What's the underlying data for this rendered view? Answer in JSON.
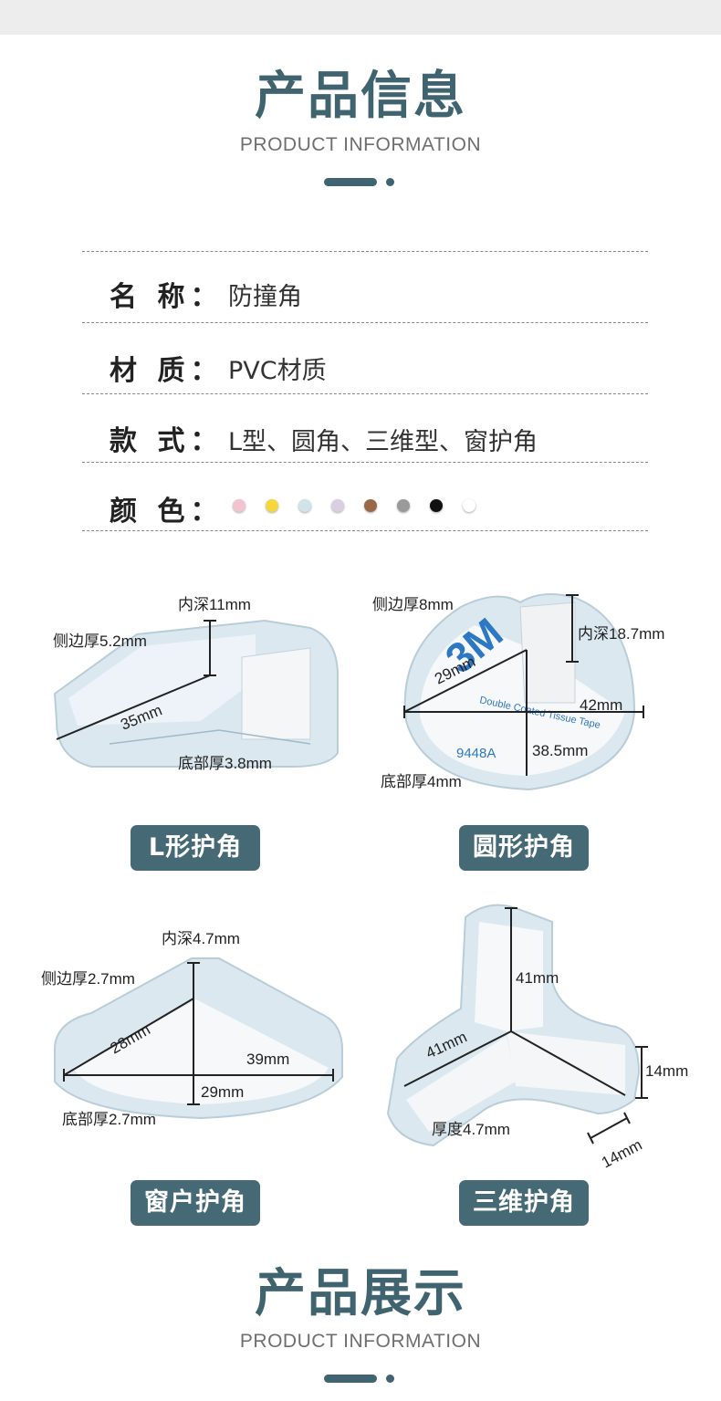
{
  "section1": {
    "title": "产品信息",
    "subtitle": "PRODUCT INFORMATION"
  },
  "info": {
    "name_label": "名 称：",
    "name_value": "防撞角",
    "material_label": "材 质：",
    "material_value": "PVC材质",
    "style_label": "款 式：",
    "style_value": "L型、圆角、三维型、窗护角",
    "color_label": "颜 色：",
    "colors": [
      "#f1c4d0",
      "#f5d63b",
      "#cfe3e8",
      "#d9cfe0",
      "#9a6846",
      "#9a9a9a",
      "#111111",
      "#ffffff"
    ]
  },
  "products": {
    "l_shape": {
      "tag": "L形护角",
      "dims": {
        "inner_depth": "内深11mm",
        "side_thickness": "侧边厚5.2mm",
        "length": "35mm",
        "bottom_thickness": "底部厚3.8mm"
      }
    },
    "round": {
      "tag": "圆形护角",
      "dims": {
        "side_thickness": "侧边厚8mm",
        "inner_depth": "内深18.7mm",
        "radius": "29mm",
        "width": "42mm",
        "height": "38.5mm",
        "bottom_thickness": "底部厚4mm"
      },
      "tape_brand": "3M",
      "tape_code": "9448A",
      "tape_text": "Double Coated Tissue Tape"
    },
    "window": {
      "tag": "窗户护角",
      "dims": {
        "inner_depth": "内深4.7mm",
        "side_thickness": "侧边厚2.7mm",
        "diag": "28mm",
        "width": "39mm",
        "height": "29mm",
        "bottom_thickness": "底部厚2.7mm"
      }
    },
    "threed": {
      "tag": "三维护角",
      "dims": {
        "height": "41mm",
        "length": "41mm",
        "side_h": "14mm",
        "side_w": "14mm",
        "thickness": "厚度4.7mm"
      }
    }
  },
  "section2": {
    "title": "产品展示",
    "subtitle": "PRODUCT INFORMATION"
  }
}
